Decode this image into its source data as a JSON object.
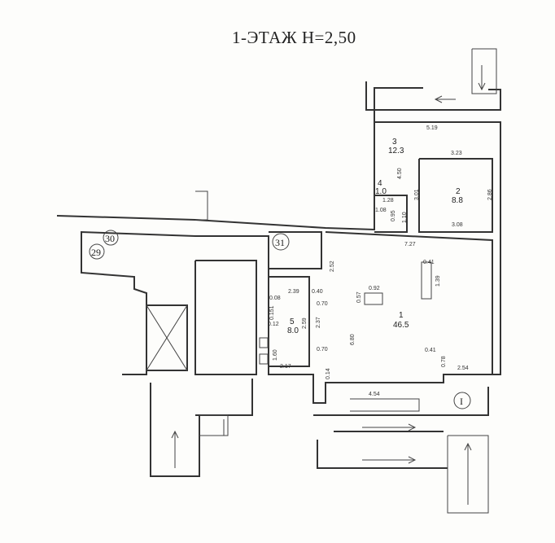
{
  "title": "1-ЭТАЖ Н=2,50",
  "rooms": [
    {
      "number": "1",
      "area": "46.5"
    },
    {
      "number": "2",
      "area": "8.8"
    },
    {
      "number": "3",
      "area": "12.3"
    },
    {
      "number": "4",
      "area": "1.0"
    },
    {
      "number": "5",
      "area": "8.0"
    }
  ],
  "markers": [
    "29",
    "30",
    "31",
    "I"
  ],
  "dims": [
    "5.19",
    "3.23",
    "4.50",
    "3.01",
    "2.86",
    "1.28",
    "1.08",
    "0.95",
    "1.10",
    "3.08",
    "7.27",
    "2.52",
    "0.41",
    "1.39",
    "0.92",
    "0.57",
    "2.39",
    "0.40",
    "0.08",
    "0.70",
    "0.151",
    "0.12",
    "2.59",
    "2.37",
    "6.80",
    "0.70",
    "0.41",
    "1.60",
    "0.78",
    "2.54",
    "2.17",
    "0.14",
    "4.54"
  ]
}
